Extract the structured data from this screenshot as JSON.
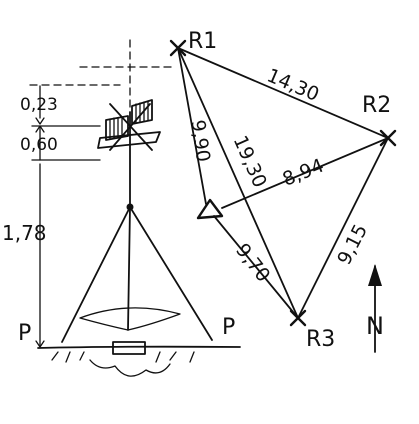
{
  "survey": {
    "stations": {
      "r1": "R1",
      "r2": "R2",
      "r3": "R3"
    },
    "distances": {
      "r1_r2": "14,30",
      "r1_r3": "19,30",
      "r1_target": "9,90",
      "r2_target": "8,94",
      "r2_r3": "9,15",
      "r3_target": "9,70"
    },
    "north": "N"
  },
  "tripod": {
    "height_total": "1,78",
    "height_upper": "0,23",
    "height_lower": "0,60",
    "ground_left": "P",
    "ground_right": "P"
  }
}
